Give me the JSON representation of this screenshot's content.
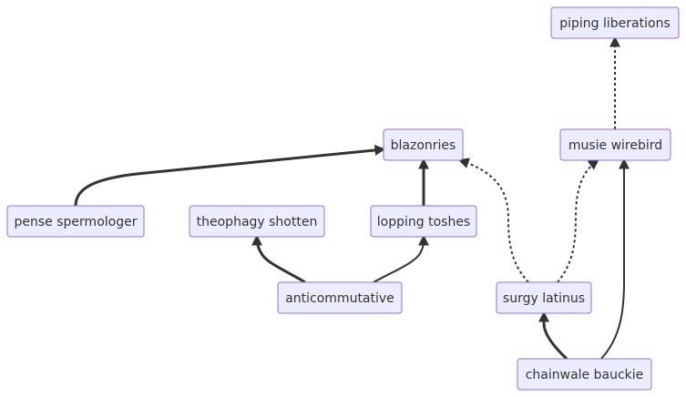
{
  "nodes": {
    "piping": "piping liberations",
    "blazonries": "blazonries",
    "musie": "musie wirebird",
    "pense": "pense spermologer",
    "theophagy": "theophagy shotten",
    "lopping": "lopping toshes",
    "anticommutative": "anticommutative",
    "surgy": "surgy latinus",
    "chainwale": "chainwale bauckie"
  },
  "edges": [
    {
      "from": "pense",
      "to": "blazonries",
      "style": "thick"
    },
    {
      "from": "lopping",
      "to": "blazonries",
      "style": "thick"
    },
    {
      "from": "surgy",
      "to": "blazonries",
      "style": "dotted"
    },
    {
      "from": "surgy",
      "to": "musie",
      "style": "dotted"
    },
    {
      "from": "musie",
      "to": "piping",
      "style": "dotted"
    },
    {
      "from": "anticommutative",
      "to": "theophagy",
      "style": "thick"
    },
    {
      "from": "anticommutative",
      "to": "lopping",
      "style": "normal"
    },
    {
      "from": "chainwale",
      "to": "surgy",
      "style": "thick"
    },
    {
      "from": "chainwale",
      "to": "musie",
      "style": "normal"
    }
  ]
}
